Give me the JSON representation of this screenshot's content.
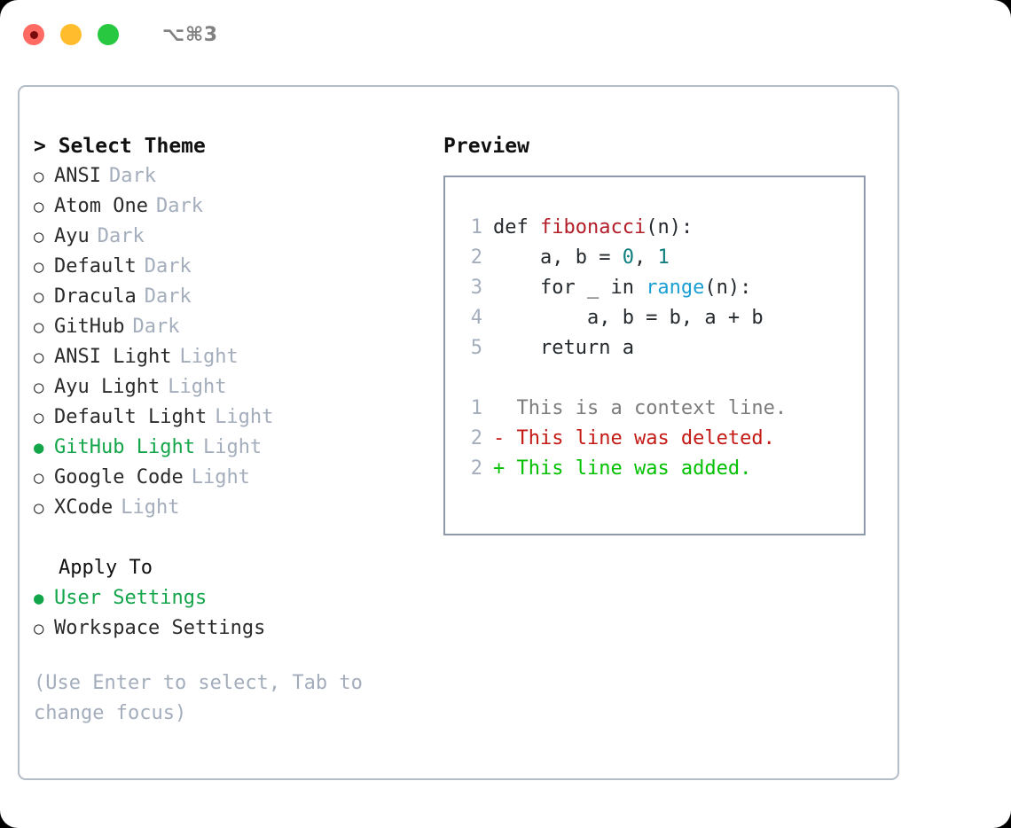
{
  "titlebar": {
    "shortcut": "⌥⌘3",
    "lights": [
      {
        "name": "close",
        "color": "#ff6b63"
      },
      {
        "name": "minimize",
        "color": "#ffbd2e"
      },
      {
        "name": "maximize",
        "color": "#28c840"
      }
    ]
  },
  "theme_picker": {
    "heading": "> Select Theme",
    "bullet_unselected": "○",
    "bullet_selected": "●",
    "items": [
      {
        "label": "ANSI",
        "tag": "Dark",
        "selected": false
      },
      {
        "label": "Atom One",
        "tag": "Dark",
        "selected": false
      },
      {
        "label": "Ayu",
        "tag": "Dark",
        "selected": false
      },
      {
        "label": "Default",
        "tag": "Dark",
        "selected": false
      },
      {
        "label": "Dracula",
        "tag": "Dark",
        "selected": false
      },
      {
        "label": "GitHub",
        "tag": "Dark",
        "selected": false
      },
      {
        "label": "ANSI Light",
        "tag": "Light",
        "selected": false
      },
      {
        "label": "Ayu Light",
        "tag": "Light",
        "selected": false
      },
      {
        "label": "Default Light",
        "tag": "Light",
        "selected": false
      },
      {
        "label": "GitHub Light",
        "tag": "Light",
        "selected": true
      },
      {
        "label": "Google Code",
        "tag": "Light",
        "selected": false
      },
      {
        "label": "XCode",
        "tag": "Light",
        "selected": false
      }
    ]
  },
  "apply_to": {
    "heading": "Apply To",
    "items": [
      {
        "label": "User Settings",
        "selected": true
      },
      {
        "label": "Workspace Settings",
        "selected": false
      }
    ]
  },
  "hint": "(Use Enter to select, Tab to change focus)",
  "preview": {
    "title": "Preview",
    "code_lines": [
      {
        "num": "1",
        "tokens": [
          {
            "text": "def ",
            "type": "kw"
          },
          {
            "text": "fibonacci",
            "type": "fn"
          },
          {
            "text": "(n):",
            "type": "plain"
          }
        ]
      },
      {
        "num": "2",
        "tokens": [
          {
            "text": "    a, b = ",
            "type": "plain"
          },
          {
            "text": "0",
            "type": "num"
          },
          {
            "text": ", ",
            "type": "plain"
          },
          {
            "text": "1",
            "type": "num"
          }
        ]
      },
      {
        "num": "3",
        "tokens": [
          {
            "text": "    for _ in ",
            "type": "plain"
          },
          {
            "text": "range",
            "type": "call"
          },
          {
            "text": "(n):",
            "type": "plain"
          }
        ]
      },
      {
        "num": "4",
        "tokens": [
          {
            "text": "        a, b = b, a + b",
            "type": "plain"
          }
        ]
      },
      {
        "num": "5",
        "tokens": [
          {
            "text": "    return a",
            "type": "plain"
          }
        ]
      }
    ],
    "diff_lines": [
      {
        "num": "1",
        "marker": "  ",
        "text": "This is a context line.",
        "type": "ctx"
      },
      {
        "num": "2",
        "marker": "- ",
        "text": "This line was deleted.",
        "type": "del"
      },
      {
        "num": "2",
        "marker": "+ ",
        "text": "This line was added.",
        "type": "add"
      }
    ]
  },
  "colors": {
    "selection_green": "#13a54a",
    "tag_gray": "#a3adbc",
    "panel_border": "#b4bcc8",
    "preview_border": "#8e9aab",
    "diff_added": "#00c000",
    "diff_deleted": "#c41a16",
    "diff_context": "#7c7c7c",
    "token_function": "#b31d28",
    "token_number": "#0d7d7d",
    "token_call": "#1a9fd4"
  }
}
